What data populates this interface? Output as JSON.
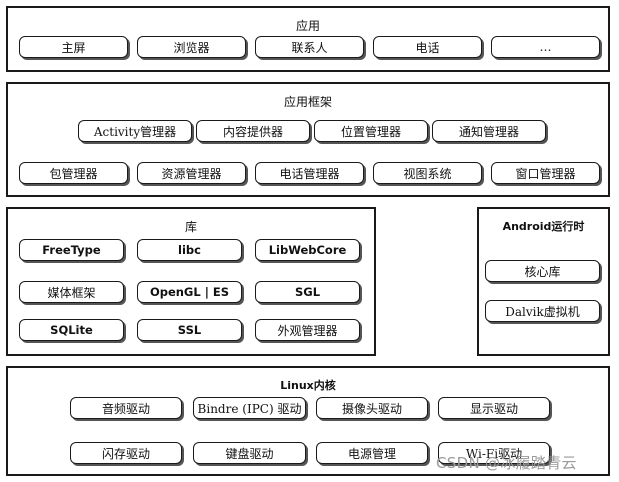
{
  "applications": {
    "title": "应用",
    "items": [
      "主屏",
      "浏览器",
      "联系人",
      "电话",
      "…"
    ]
  },
  "framework": {
    "title": "应用框架",
    "row1": [
      "Activity管理器",
      "内容提供器",
      "位置管理器",
      "通知管理器"
    ],
    "row2": [
      "包管理器",
      "资源管理器",
      "电话管理器",
      "视图系统",
      "窗口管理器"
    ]
  },
  "libraries": {
    "title": "库",
    "items": [
      "FreeType",
      "libc",
      "LibWebCore",
      "媒体框架",
      "OpenGL | ES",
      "SGL",
      "SQLite",
      "SSL",
      "外观管理器"
    ]
  },
  "runtime": {
    "title": "Android运行时",
    "items": [
      "核心库",
      "Dalvik虚拟机"
    ]
  },
  "kernel": {
    "title": "Linux内核",
    "row1": [
      "音频驱动",
      "Bindre (IPC) 驱动",
      "摄像头驱动",
      "显示驱动"
    ],
    "row2": [
      "闪存驱动",
      "键盘驱动",
      "电源管理",
      "Wi-Fi驱动"
    ]
  },
  "watermark": "CSDN @冰履踏青云"
}
